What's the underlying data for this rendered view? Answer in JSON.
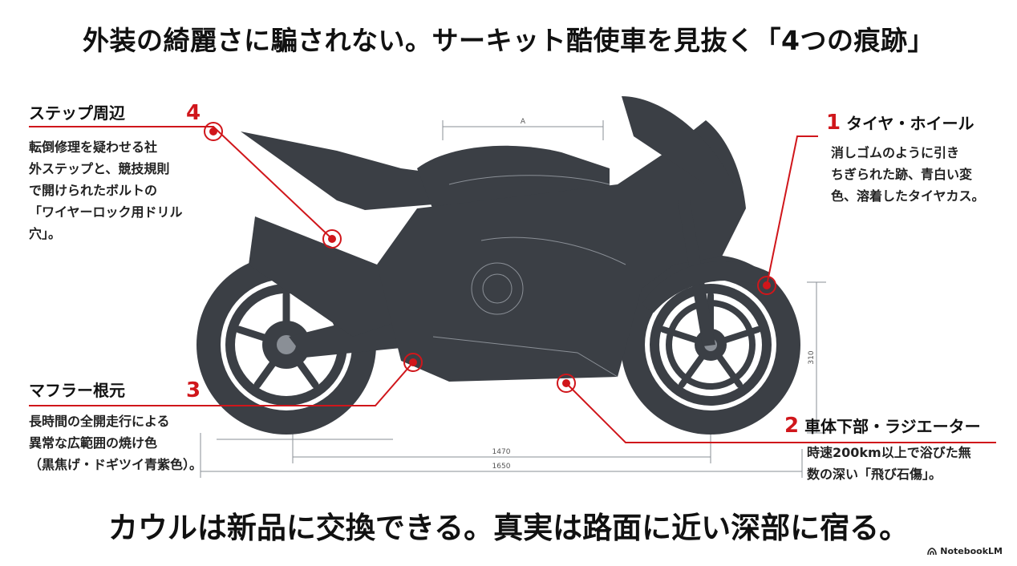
{
  "title": "外装の綺麗さに騙されない。サーキット酷使車を見抜く「4つの痕跡」",
  "subtitle": "カウルは新品に交換できる。真実は路面に近い深部に宿る。",
  "callouts": [
    {
      "number": "1",
      "heading": "タイヤ・ホイール",
      "lines": [
        "消しゴムのように引き",
        "ちぎられた跡、青白い変",
        "色、溶着したタイヤカス。"
      ]
    },
    {
      "number": "2",
      "heading": "車体下部・ラジエーター",
      "lines": [
        "時速200km以上で浴びた無",
        "数の深い「飛び石傷」。"
      ]
    },
    {
      "number": "3",
      "heading": "マフラー根元",
      "lines": [
        "長時間の全開走行による",
        "異常な広範囲の焼け色",
        "（黒焦げ・ドギツイ青紫色）。"
      ]
    },
    {
      "number": "4",
      "heading": "ステップ周辺",
      "lines": [
        "転倒修理を疑わせる社",
        "外ステップと、競技規則",
        "で開けられたボルトの",
        "「ワイヤーロック用ドリル",
        "穴」。"
      ]
    }
  ],
  "dimensions": {
    "top": "A",
    "wheelbase": "1470",
    "length": "1650",
    "height": "310"
  },
  "logo": {
    "text": "NotebookLM"
  },
  "colors": {
    "accent": "#d0161b",
    "body": "#3b3f45",
    "line": "#8a8f96"
  }
}
